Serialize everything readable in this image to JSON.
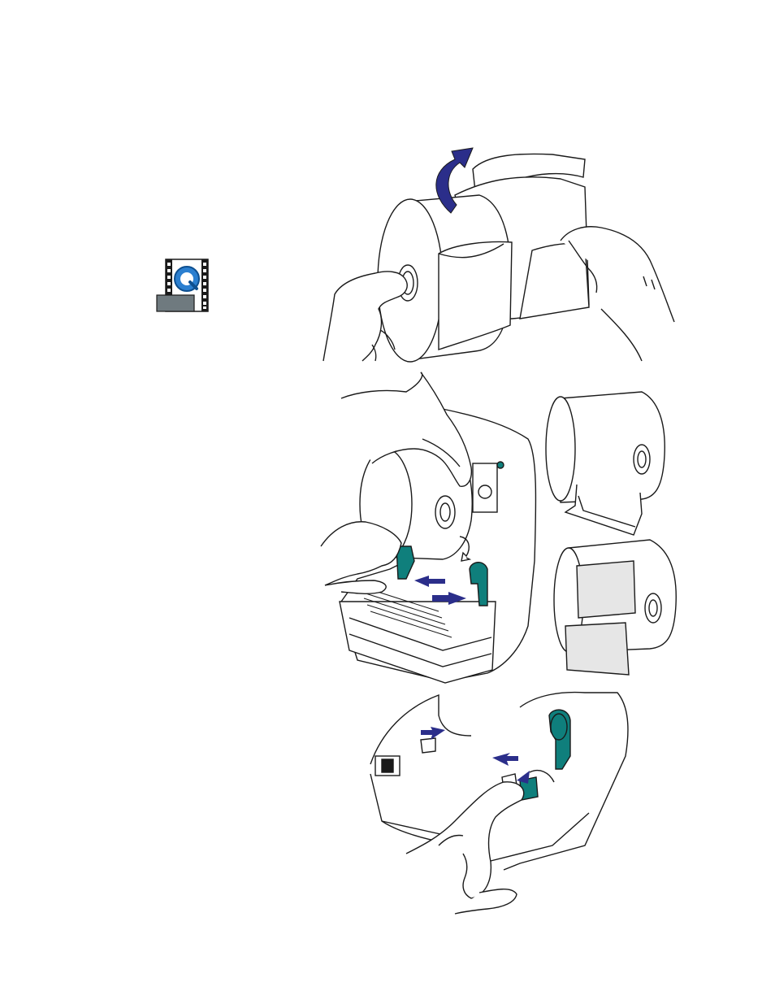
{
  "page": {
    "background": "#ffffff"
  },
  "colors": {
    "arrow": "#2b2e8a",
    "guide_teal": "#0f7f7c",
    "line": "#1a1a1a",
    "label_face": "#e6e6e6",
    "paper": "#f2f2f2",
    "icon_blue": "#2b7fd0",
    "icon_gray": "#6f7a7f"
  },
  "icons": {
    "video": "quicktime-movie-icon"
  },
  "figures": [
    {
      "name": "prepare-roll",
      "description_hidden": true
    },
    {
      "name": "load-roll",
      "description_hidden": true
    },
    {
      "name": "adjust-guides",
      "description_hidden": true
    }
  ]
}
